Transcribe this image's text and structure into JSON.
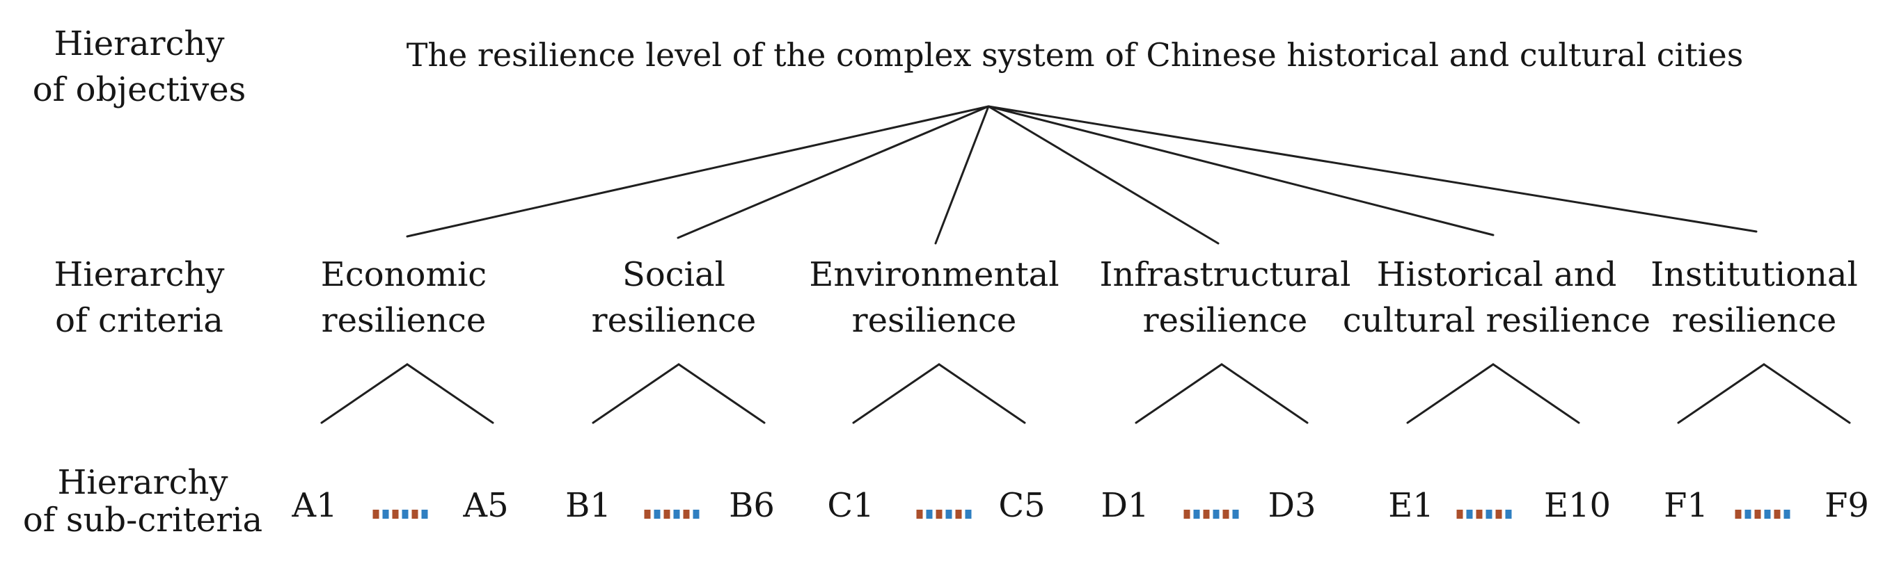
{
  "colors": {
    "background": "#ffffff",
    "text": "#161616",
    "line": "#1f1f1f",
    "dot_rust": "#ab4f2b",
    "dot_blue": "#2f7fc1"
  },
  "levels": {
    "objectives": {
      "label_line1": "Hierarchy",
      "label_line2": "of objectives",
      "title": "The resilience level of the complex system of Chinese historical and cultural cities"
    },
    "criteria": {
      "label_line1": "Hierarchy",
      "label_line2": "of criteria",
      "items": [
        {
          "line1": "Economic",
          "line2": "resilience"
        },
        {
          "line1": "Social",
          "line2": "resilience"
        },
        {
          "line1": "Environmental",
          "line2": "resilience"
        },
        {
          "line1": "Infrastructural",
          "line2": "resilience"
        },
        {
          "line1": "Historical and",
          "line2": "cultural resilience"
        },
        {
          "line1": "Institutional",
          "line2": "resilience"
        }
      ]
    },
    "sub_criteria": {
      "label_line1": "Hierarchy",
      "label_line2": "of sub-criteria",
      "groups": [
        {
          "first": "A1",
          "last": "A5"
        },
        {
          "first": "B1",
          "last": "B6"
        },
        {
          "first": "C1",
          "last": "C5"
        },
        {
          "first": "D1",
          "last": "D3"
        },
        {
          "first": "E1",
          "last": "E10"
        },
        {
          "first": "F1",
          "last": "F9"
        }
      ]
    }
  }
}
